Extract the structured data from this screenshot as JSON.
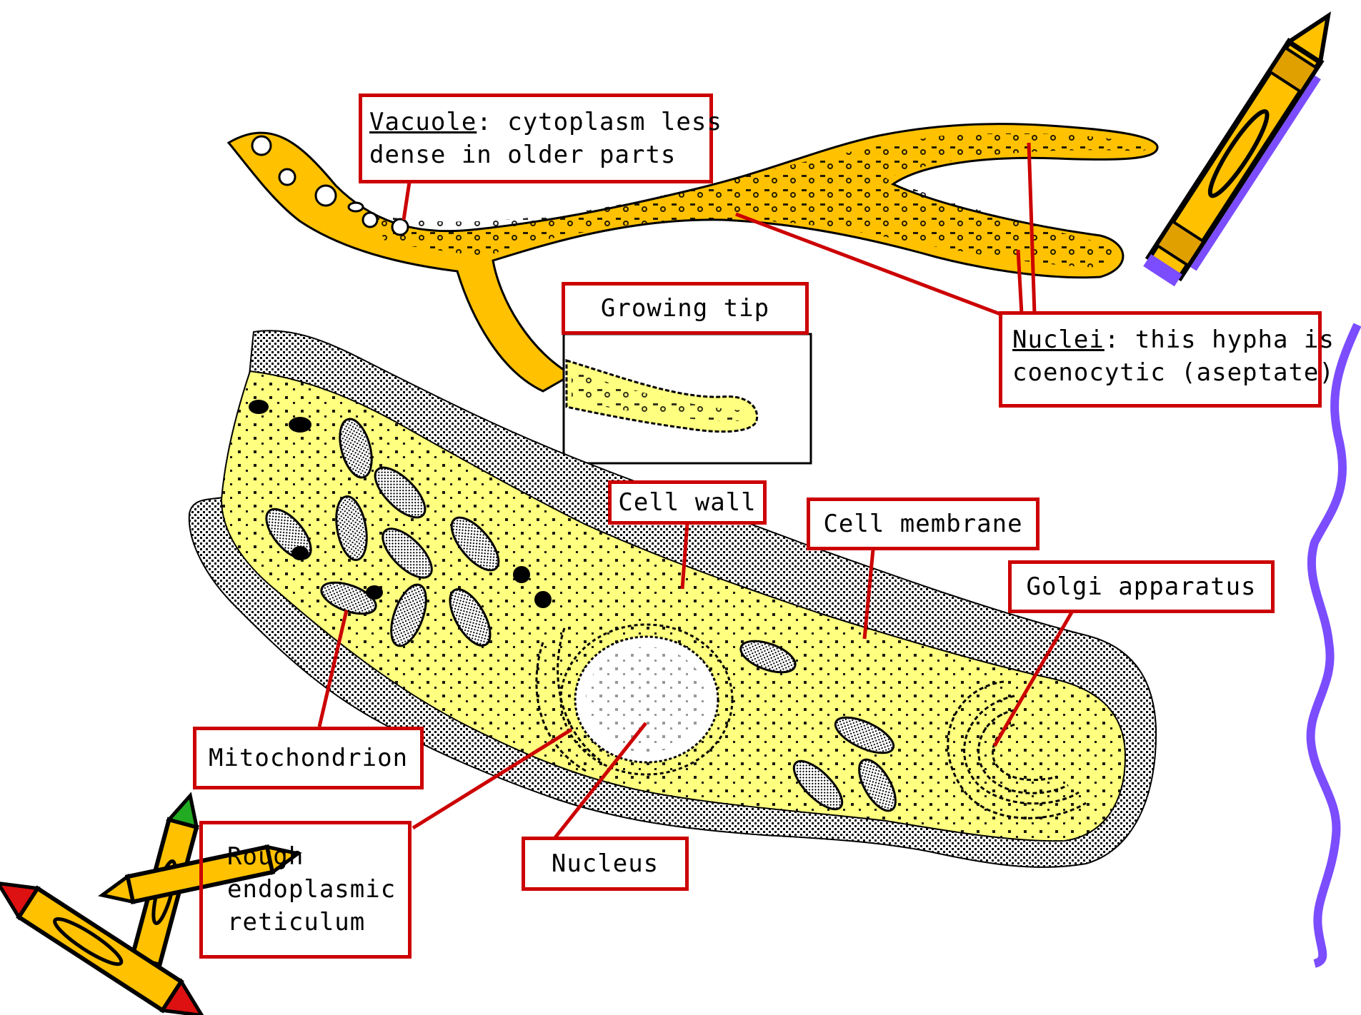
{
  "colors": {
    "hypha_fill": "#ffc100",
    "cell_fill": "#ffff80",
    "label_border": "#cc0000",
    "leader_line": "#cc0000",
    "squiggle": "#7b4dff"
  },
  "labels": {
    "vacuole": {
      "term": "Vacuole",
      "rest_line1": ": cytoplasm less",
      "line2": "dense in older parts"
    },
    "growing_tip": "Growing tip",
    "nuclei": {
      "term": "Nuclei",
      "rest_line1": ": this hypha is",
      "line2": "coenocytic (aseptate)"
    },
    "cell_wall": "Cell wall",
    "cell_membrane": "Cell membrane",
    "golgi": "Golgi apparatus",
    "mitochondrion": "Mitochondrion",
    "rer": {
      "line1": "Rough",
      "line2": "endoplasmic",
      "line3": "reticulum"
    },
    "nucleus": "Nucleus"
  },
  "icons": [
    "crayon-icon",
    "squiggle-line",
    "hypha-illustration",
    "fungal-cell-illustration"
  ]
}
